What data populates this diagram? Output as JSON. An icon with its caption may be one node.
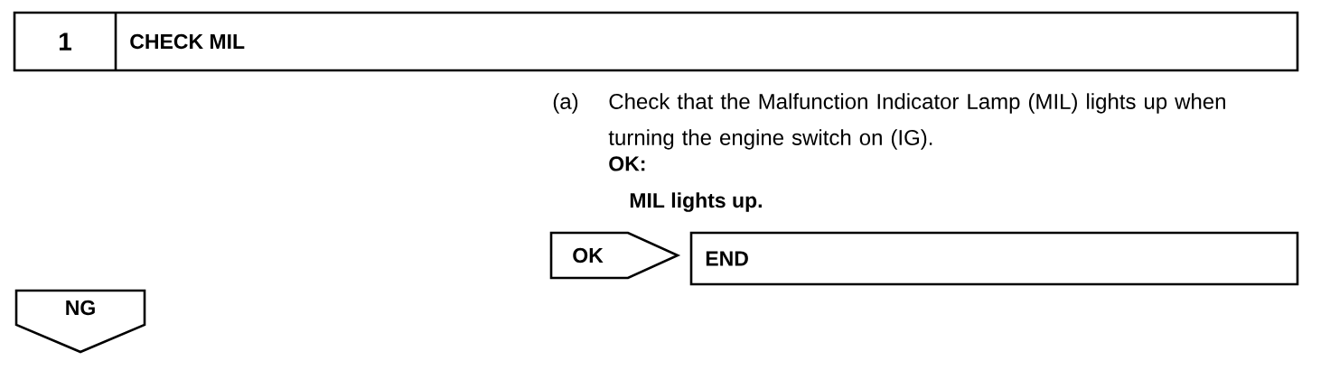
{
  "diagram": {
    "nodes": [
      {
        "text": [
          "1",
          "CHECK MIL"
        ]
      },
      {
        "text": [
          "OK"
        ]
      },
      {
        "text": [
          "END"
        ]
      },
      {
        "text": [
          "NG"
        ]
      }
    ],
    "labels": [
      "(a)",
      "Check that the Malfunction Indicator Lamp (MIL) lights up when turning the engine switch on (IG).",
      "OK:",
      "MIL lights up."
    ]
  }
}
